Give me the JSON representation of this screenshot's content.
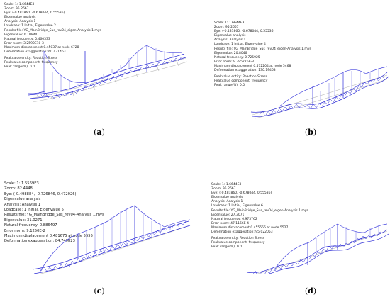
{
  "panels": [
    {
      "id": "a",
      "caption": "a",
      "info": [
        "Scale: 1: 1.6644E3",
        "Zoom: 95.2667",
        "Eye: (-0.481860, -0.678044, 0.55536)",
        "Eigenvalue analysis",
        "Analysis: Analysis 1",
        "Loadcase: 1 Initial, Eigenvalue 2",
        "Results file: YG_MainBridge_Sus_rev04_eigen-Analysis 1.mys",
        "Eigenvalue: 0.10844",
        "Natural frequency: 0.460333",
        "Error norm: 3.2590E10-3",
        "Maximum displacement 0.45037 at node 6728",
        "Deformation exaggeration: 60.471463"
      ],
      "info2": [
        "Peakvalue entity: Reaction Stress",
        "Peakvalue component: frequency",
        "Peak range(%): 0.0"
      ]
    },
    {
      "id": "b",
      "caption": "b",
      "info": [
        "Scale: 1: 1.6644E3",
        "Zoom: 95.2667",
        "Eye: (-0.481860, -0.678044, 0.55536)",
        "Eigenvalue analysis",
        "Analysis: Analysis 1",
        "Loadcase: 1 Initial, Eigenvalue 4",
        "Results file: YG_MainBridge_Sus_rev04_eigen-Analysis 1.mys",
        "Eigenvalue: 20.8046",
        "Natural frequency: 0.725925",
        "Error norm: 9.7957768-3",
        "Maximum displacement 0.572204 at node 5468",
        "Deformation exaggeration: 130.19463"
      ],
      "info2": [
        "Peakvalue entity: Reaction Stress",
        "Peakvalue component: frequency",
        "Peak range(%): 0.0"
      ]
    },
    {
      "id": "c",
      "caption": "c",
      "info": [
        "Scale: 1: 1.5569E3",
        "Zoom: 82.4448",
        "Eye: (-0.498884, -0.726846, 0.472026)",
        "Eigenvalue analysis",
        "Analysis: Analysis 1",
        "Loadcase: 1 Initial, Eigenvalue 5",
        "Results file: YG_MainBridge_Sus_rev04-Analysis 1.mys",
        "Eigenvalue: 31.0271",
        "Natural frequency: 0.886497",
        "Error norm: 9.1250E-2",
        "Maximum displacement 0.481675 at node 5555",
        "Deformation exaggeration: 84.749823"
      ],
      "info2": []
    },
    {
      "id": "d",
      "caption": "d",
      "info": [
        "Scale: 1: 1.6644E3",
        "Zoom: 95.2667",
        "Eye: (-0.481860, -0.678044, 0.55536)",
        "Eigenvalue analysis",
        "Analysis: Analysis 1",
        "Loadcase: 1 Initial, Eigenvalue 6",
        "Results file: YG_MainBridge_Sus_rev04_eigen-Analysis 1.mys",
        "Eigenvalue: 27.3071",
        "Natural frequency: 0.973762",
        "Error norm: 47.1166E-4",
        "Maximum displacement 0.455556 at node 5527",
        "Deformation exaggeration: 95.022053"
      ],
      "info2": [
        "Peakvalue entity: Reaction Stress",
        "Peakvalue component: frequency",
        "Peak range(%): 0.0"
      ]
    }
  ],
  "colors": {
    "mesh": "#2b2bd6",
    "mesh_light": "#8a8af0",
    "undeformed": "#b8b8b8",
    "text": "#1a1a1a"
  }
}
